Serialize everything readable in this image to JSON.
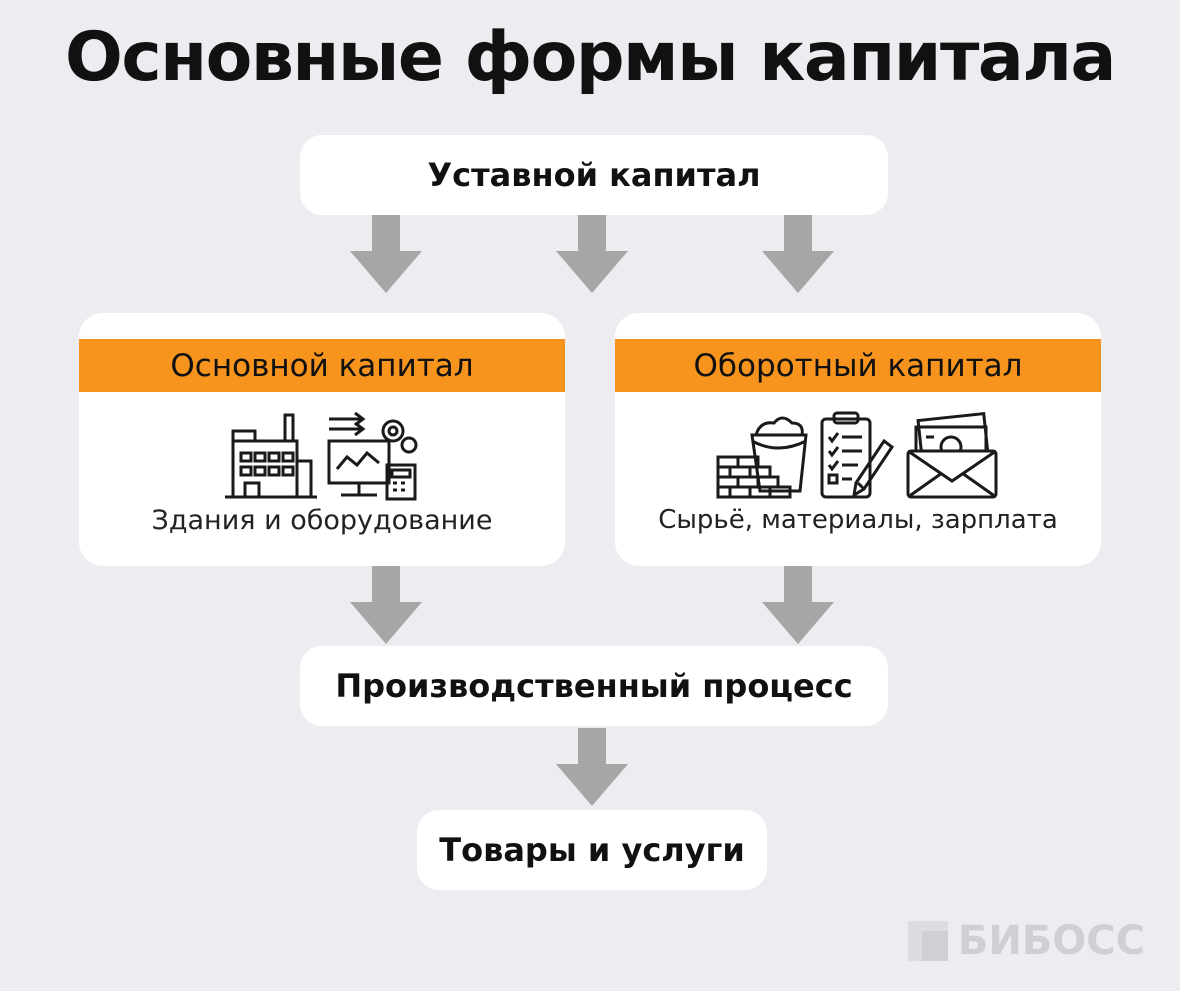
{
  "title": "Основные формы капитала",
  "charter_capital": "Уставной капитал",
  "fixed_capital": {
    "heading": "Основной капитал",
    "caption": "Здания и оборудование",
    "icons": [
      "factory-icon",
      "computer-equipment-icon"
    ]
  },
  "working_capital": {
    "heading": "Оборотный капитал",
    "caption": "Сырьё, материалы, зарплата",
    "icons": [
      "bricks-bucket-icon",
      "checklist-icon",
      "salary-envelope-icon"
    ]
  },
  "production_process": "Производственный процесс",
  "goods_services": "Товары и услуги",
  "logo_text": "БИБОСС",
  "colors": {
    "background": "#ecedf1",
    "accent": "#f7941d",
    "arrow": "#a6a6a6",
    "logo": "#cfd0d4"
  }
}
